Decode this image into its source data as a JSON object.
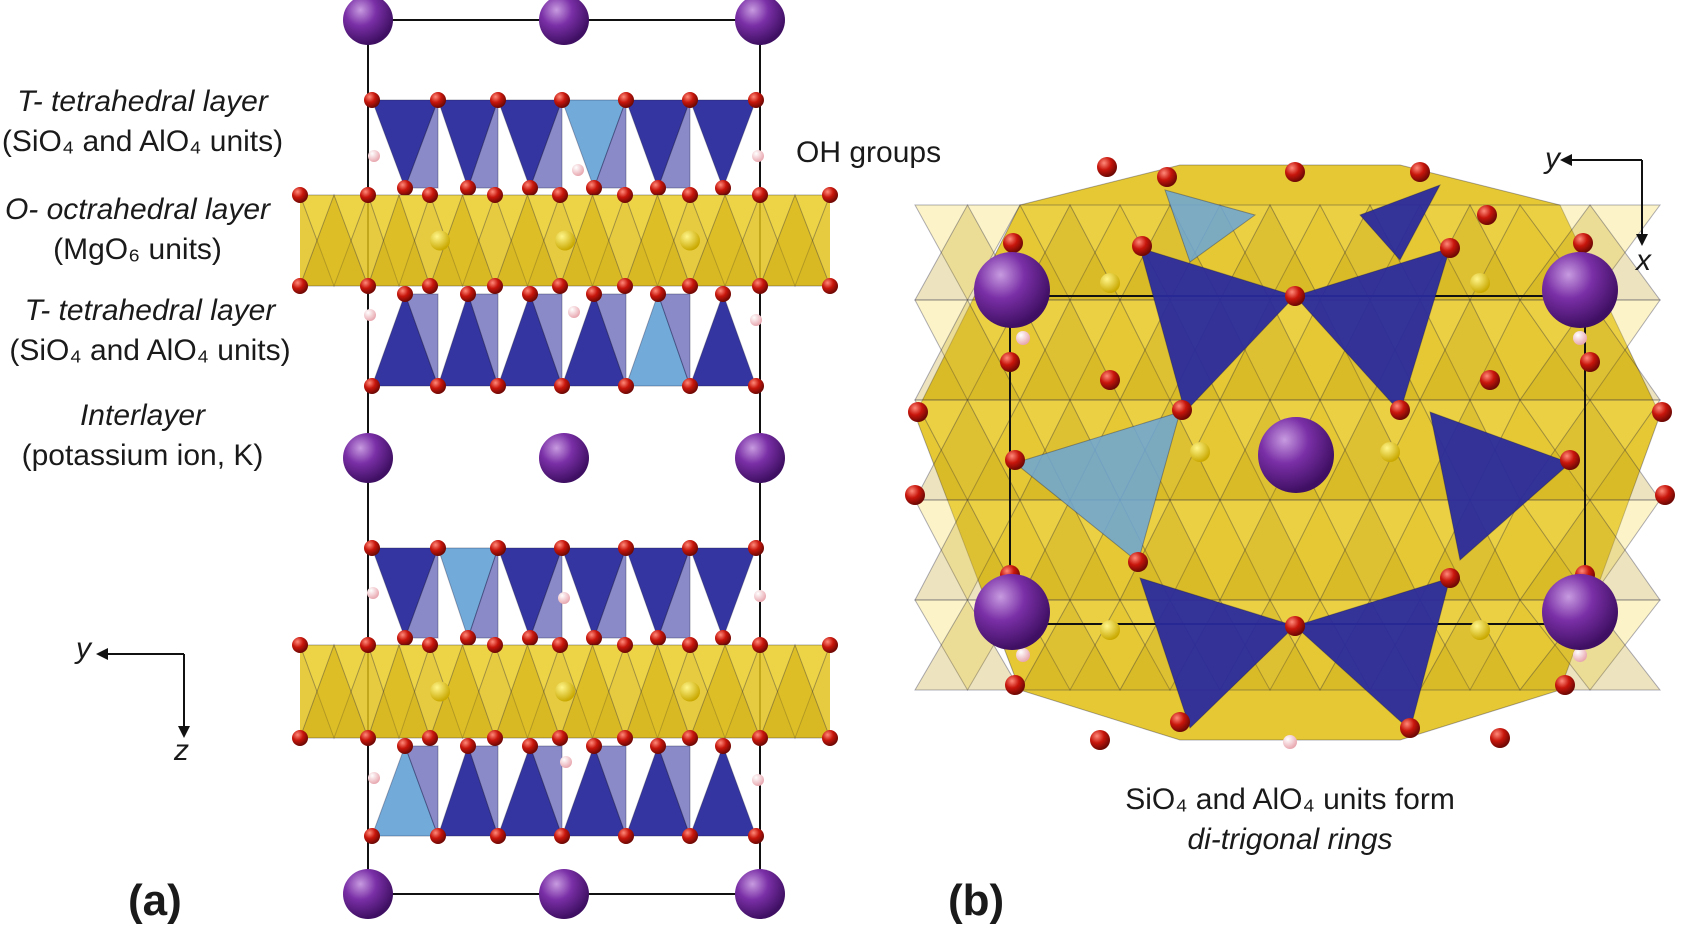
{
  "panel_a": {
    "tag": "(a)",
    "layers": [
      {
        "title": "T- tetrahedral layer",
        "detail": "(SiO₄ and AlO₄ units)"
      },
      {
        "title": "O- octrahedral layer",
        "detail": "(MgO₆ units)"
      },
      {
        "title": "T- tetrahedral layer",
        "detail": "(SiO₄ and AlO₄ units)"
      },
      {
        "title": "Interlayer",
        "detail": "(potassium ion, K)"
      }
    ],
    "oh_label": "OH groups",
    "axes": {
      "horizontal": "y",
      "vertical": "z"
    }
  },
  "panel_b": {
    "tag": "(b)",
    "axes": {
      "horizontal": "y",
      "vertical": "x"
    },
    "caption_line1": "SiO₄ and AlO₄ units form",
    "caption_line2": "di-trigonal rings"
  },
  "colors": {
    "tetrahedron_dark": "#2a2a9c",
    "tetrahedron_light": "#6aa6d8",
    "octahedron": "#e2c21e",
    "oxygen": "#c8160c",
    "potassium": "#7a2fa6",
    "hydrogen": "#f2c4c8"
  },
  "icons": [
    "potassium-atom-icon",
    "oxygen-atom-icon",
    "hydrogen-atom-icon",
    "axis-arrow-icon"
  ]
}
